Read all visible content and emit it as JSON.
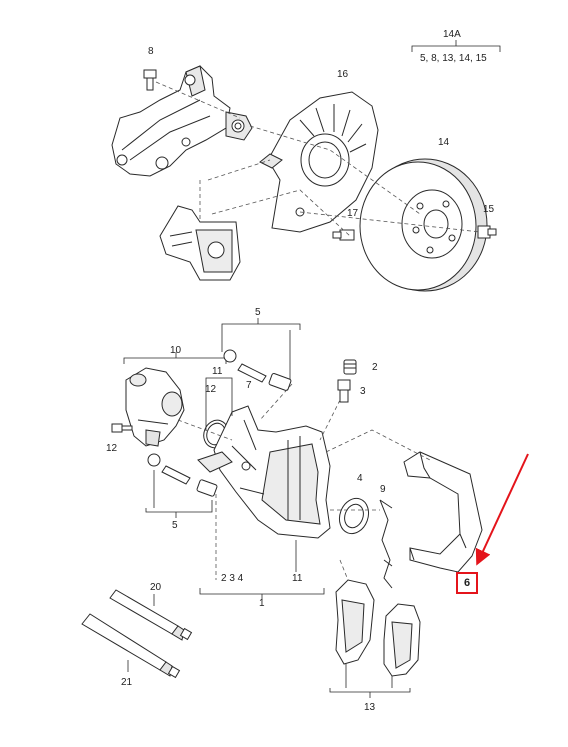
{
  "labels": {
    "l8": "8",
    "l14a": "14A",
    "l14a_list": "5, 8, 13, 14, 15",
    "l16": "16",
    "l14": "14",
    "l15": "15",
    "l17": "17",
    "l5_top": "5",
    "l10": "10",
    "l2": "2",
    "l7": "7",
    "l11_top": "11",
    "l3": "3",
    "l12_top": "12",
    "l12_side": "12",
    "l4": "4",
    "l9": "9",
    "l6": "6",
    "l5_bottom": "5",
    "l234": "2  3  4",
    "l11_bottom": "11",
    "l1": "1",
    "l20": "20",
    "l21": "21",
    "l13": "13"
  },
  "colors": {
    "line": "#2a2a2a",
    "fill": "#ffffff",
    "shade": "#d7d7d7",
    "dashed": "#555555",
    "highlight": "#e4141b"
  }
}
